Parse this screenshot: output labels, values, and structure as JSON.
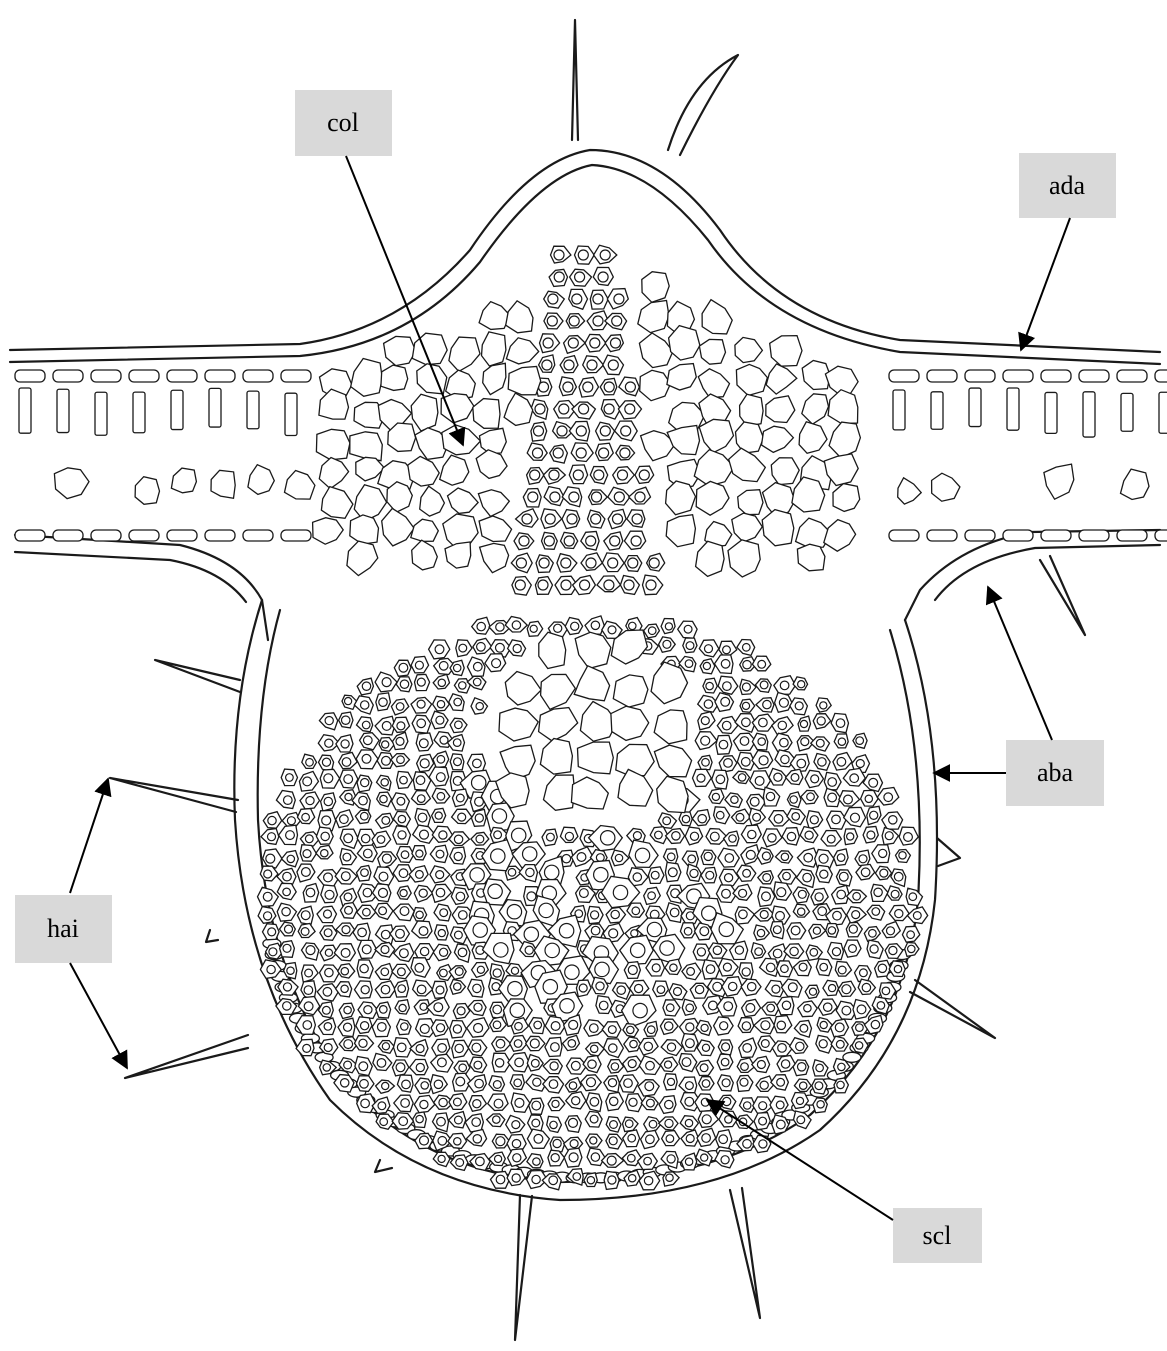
{
  "figure": {
    "labels": [
      {
        "key": "col",
        "text": "col"
      },
      {
        "key": "ada",
        "text": "ada"
      },
      {
        "key": "aba",
        "text": "aba"
      },
      {
        "key": "hai",
        "text": "hai"
      },
      {
        "key": "scl",
        "text": "scl"
      }
    ],
    "colors": {
      "ink": "#1a1a1a",
      "label_fill": "#d9d9d9",
      "background": "#ffffff"
    }
  }
}
